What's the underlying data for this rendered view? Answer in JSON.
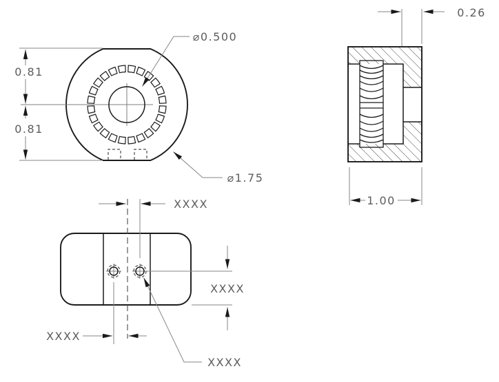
{
  "labels": {
    "front": {
      "upper": "0.81",
      "lower": "0.81",
      "bore": "⌀0.500",
      "outer": "⌀1.75"
    },
    "section": {
      "depth": "0.26",
      "width": "1.00"
    },
    "bottom": {
      "offset_right": "XXXX",
      "height": "XXXX",
      "offset_left": "XXXX",
      "hole": "XXXX"
    }
  },
  "colors": {
    "geometry": "#1a1a1a",
    "dimension_lines": "#868686",
    "dimension_text": "#5c5c5c",
    "background": "#ffffff"
  }
}
